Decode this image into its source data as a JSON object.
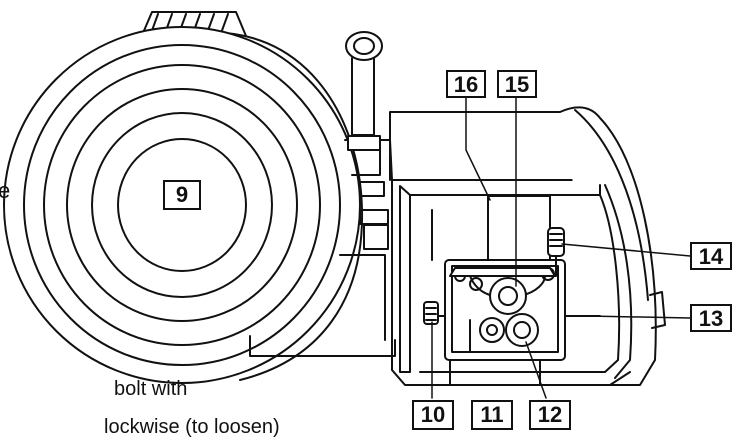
{
  "labels": {
    "spool": "9",
    "l10": "10",
    "l11": "11",
    "l12": "12",
    "l13": "13",
    "l14": "14",
    "l15": "15",
    "l16": "16"
  },
  "notes": {
    "cut_edge_char": "e",
    "line1": "bolt with",
    "line2": "lockwise (to loosen)"
  },
  "colors": {
    "line": "#111111",
    "background": "#ffffff"
  }
}
